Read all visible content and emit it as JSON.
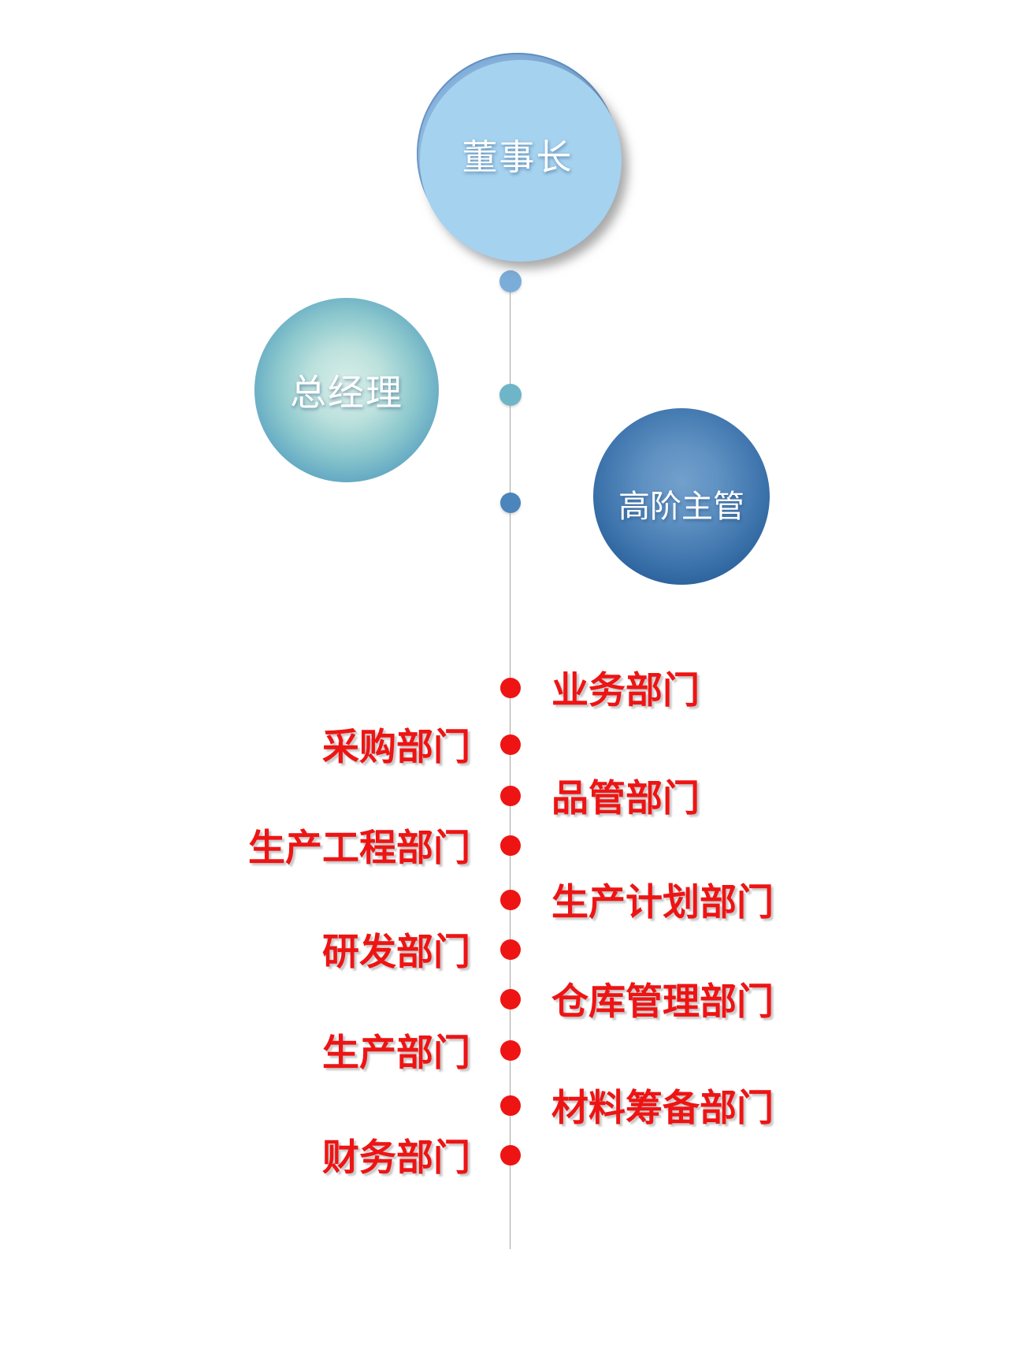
{
  "circles": [
    {
      "id": "chairman",
      "label": "董事长"
    },
    {
      "id": "general-manager",
      "label": "总经理"
    },
    {
      "id": "senior-executive",
      "label": "高阶主管"
    }
  ],
  "timeline": {
    "departments": [
      {
        "label": "业务部门",
        "side": "right"
      },
      {
        "label": "采购部门",
        "side": "left"
      },
      {
        "label": "品管部门",
        "side": "right"
      },
      {
        "label": "生产工程部门",
        "side": "left"
      },
      {
        "label": "生产计划部门",
        "side": "right"
      },
      {
        "label": "研发部门",
        "side": "left"
      },
      {
        "label": "仓库管理部门",
        "side": "right"
      },
      {
        "label": "生产部门",
        "side": "left"
      },
      {
        "label": "材料筹备部门",
        "side": "right"
      },
      {
        "label": "财务部门",
        "side": "left"
      }
    ]
  },
  "colors": {
    "department_red": "#ee1414",
    "label_shadow": "#c9c9c9",
    "line_gray": "#a6a6a6",
    "node1_blue": "#7badd9",
    "node2_teal": "#6fb5c8",
    "node3_blue": "#4a85bb",
    "chairman_edge": "#326fa9",
    "gm_center": "#d9efe9",
    "gm_edge": "#447fae",
    "senior_center": "#73a0cc",
    "senior_edge": "#1a4b7e",
    "circle_text": "#ffffff"
  }
}
